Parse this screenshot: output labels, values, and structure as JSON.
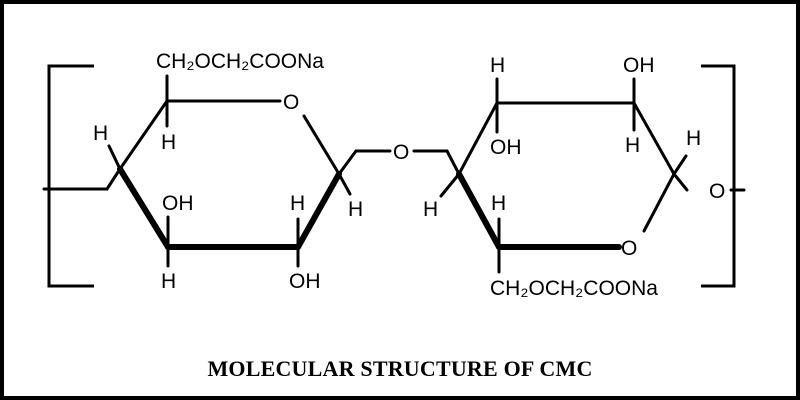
{
  "caption": "MOLECULAR STRUCTURE OF CMC",
  "left_ring": {
    "substituent": "CH₂OCH₂COONa",
    "ring_oxygen": "O",
    "h_top_left": "H",
    "h_c4": "H",
    "oh_c3": "OH",
    "h_c2": "H",
    "h_c1": "H",
    "h_c3_bottom": "H",
    "oh_c2_bottom": "OH"
  },
  "bridge_oxygen": "O",
  "right_ring": {
    "h_top_c4": "H",
    "oh_top_c3": "OH",
    "oh_c4": "OH",
    "h_c3": "H",
    "h_c2": "H",
    "h_c1": "H",
    "h_c5": "H",
    "ring_oxygen": "O",
    "substituent": "CH₂OCH₂COONa"
  },
  "right_end_oxygen": "O"
}
